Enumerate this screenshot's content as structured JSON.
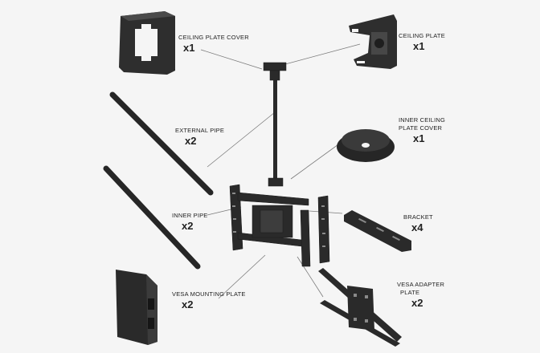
{
  "parts": [
    {
      "id": "ceiling-plate-cover",
      "name": "CEILING PLATE COVER",
      "qty": "x1"
    },
    {
      "id": "ceiling-plate",
      "name": "CEILING PLATE",
      "qty": "x1"
    },
    {
      "id": "external-pipe",
      "name": "EXTERNAL PIPE",
      "qty": "x2"
    },
    {
      "id": "inner-ceiling-plate-cover",
      "name_line1": "INNER CEILING",
      "name_line2": "PLATE COVER",
      "qty": "x1"
    },
    {
      "id": "inner-pipe",
      "name": "INNER PIPE",
      "qty": "x2"
    },
    {
      "id": "bracket",
      "name": "BRACKET",
      "qty": "x4"
    },
    {
      "id": "vesa-mounting-plate",
      "name": "VESA MOUNTING PLATE",
      "qty": "x2"
    },
    {
      "id": "vesa-adapter-plate",
      "name_line1": "VESA ADAPTER",
      "name_line2": "PLATE",
      "qty": "x2"
    }
  ],
  "colors": {
    "part": "#2a2a2a",
    "leader": "#7a7a7a",
    "background": "#f5f5f5",
    "text": "#222222"
  }
}
